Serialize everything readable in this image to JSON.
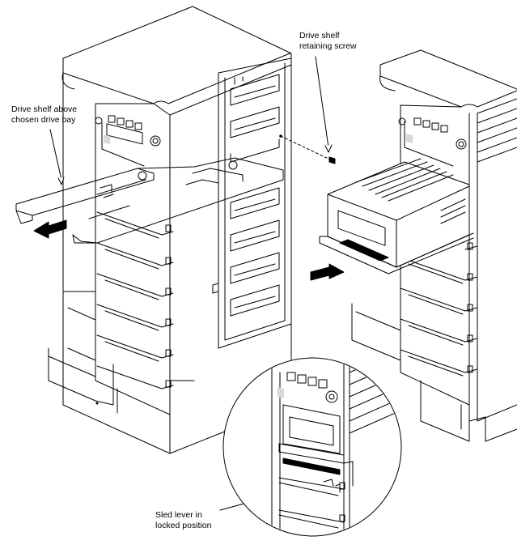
{
  "callouts": {
    "drive_shelf_above": {
      "line1": "Drive shelf above",
      "line2": "chosen drive bay"
    },
    "retaining_screw": {
      "line1": "Drive shelf",
      "line2": "retaining screw"
    },
    "sled_lever": {
      "line1": "Sled lever in",
      "line2": "locked position"
    }
  },
  "colors": {
    "stroke": "#000000",
    "tab_fill": "#d8d8d8",
    "arrow_fill": "#000000",
    "paper": "#ffffff"
  },
  "icons": [
    "arrow-out-icon",
    "arrow-in-icon",
    "screw-icon"
  ]
}
